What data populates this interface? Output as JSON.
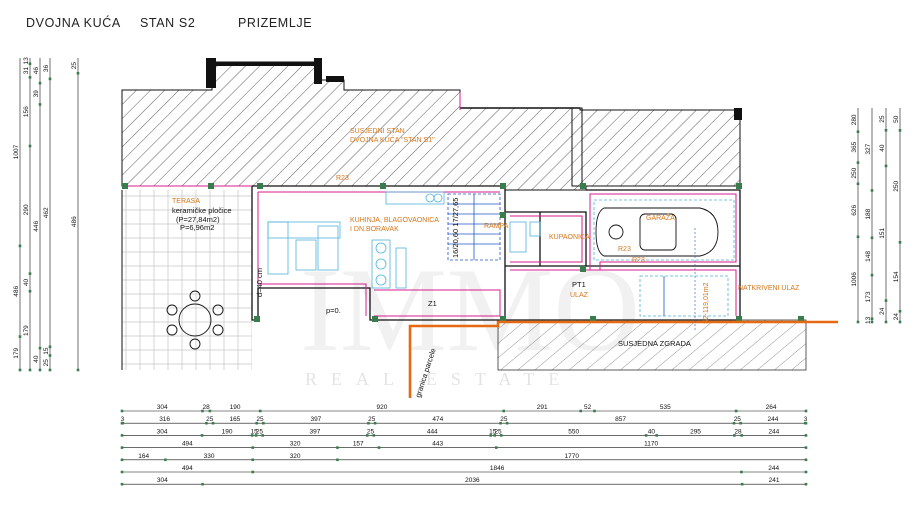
{
  "header": {
    "house": "DVOJNA KUĆA",
    "unit": "STAN S2",
    "floor": "PRIZEMLJE"
  },
  "plan": {
    "neighbor_line1": "SUSJEDNI STAN",
    "neighbor_line2": "DVOJNA KUĆA \"STAN S1\"",
    "terrace": "TERASA",
    "terrace_floor": "keramičke pločice",
    "terrace_p1": "(P=27,84m2)",
    "terrace_p2": "P=6,96m2",
    "kitchen_line1": "KUHINJA, BLAGOVAONICA",
    "kitchen_line2": "I DN.BORAVAK",
    "bath": "KUPAONICA",
    "garage": "GARAŽA",
    "entrance_code": "PT1",
    "entrance": "ULAZ",
    "covered_entrance": "NATKRIVENI ULAZ",
    "neighbor_building": "SUSJEDNA ZGRADA",
    "parcel_border": "granica parcele",
    "plot_area": "S2-119,01m2",
    "tag_r23a": "R23",
    "tag_r23b": "R23",
    "tag_r23c": "R23",
    "tag_z1": "Z1",
    "tag_ramp": "RAMPA",
    "tag_p0": "p=0.",
    "tag_d40": "d=40 cm",
    "stair_note": "16/20,60\n17/27,65"
  },
  "watermark": {
    "main": "IMMO",
    "sub": "REAL ESTATE"
  },
  "dimensions": {
    "left": [
      [
        "1007",
        "486",
        "179"
      ],
      [
        "13",
        "31",
        "156",
        "290",
        "40",
        "179"
      ],
      [
        "46",
        "39",
        "446",
        "40"
      ],
      [
        "36",
        "462",
        "15",
        "25"
      ],
      [
        "25",
        "486"
      ]
    ],
    "right": [
      [
        "280",
        "365",
        "250",
        "626",
        "1006"
      ],
      [
        "327",
        "188",
        "148",
        "173",
        "13"
      ],
      [
        "25",
        "40",
        "151",
        "24"
      ],
      [
        "50",
        "250",
        "154",
        "24"
      ]
    ],
    "bottom": [
      [
        "304",
        "28",
        "190",
        "920",
        "291",
        "52",
        "535",
        "264"
      ],
      [
        "3",
        "316",
        "25",
        "165",
        "25",
        "397",
        "25",
        "474",
        "25",
        "857",
        "25",
        "244",
        "3"
      ],
      [
        "304",
        "190",
        "15",
        "25",
        "397",
        "25",
        "444",
        "15",
        "25",
        "550",
        "40",
        "295",
        "28",
        "244"
      ],
      [
        "494",
        "320",
        "157",
        "443",
        "1170"
      ],
      [
        "164",
        "330",
        "320",
        "1770"
      ],
      [
        "494",
        "1846",
        "244"
      ],
      [
        "304",
        "2036",
        "241"
      ]
    ]
  },
  "colors": {
    "wall": "#111111",
    "hatch": "#222222",
    "magenta": "#d81b8c",
    "orange_text": "#d5771b",
    "cyan": "#4fb3d9",
    "green_marker": "#3a7d4c",
    "blue_stair": "#2256c9",
    "orange_line": "#e66a12"
  }
}
